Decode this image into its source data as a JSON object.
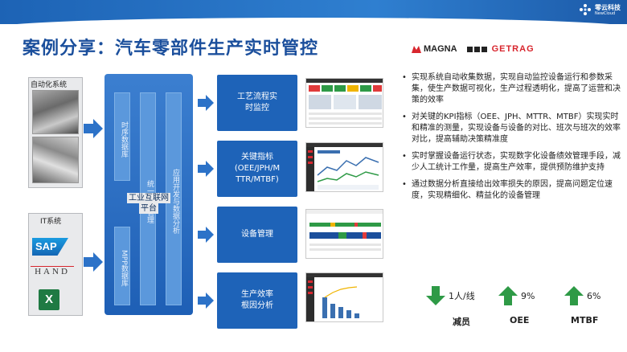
{
  "brand": {
    "name": "零云科技",
    "sub": "NewCloud"
  },
  "title": "案例分享：汽车零部件生产实时管控",
  "partners": {
    "magna": "MAGNA",
    "getrag": "GETRAG"
  },
  "inputs": {
    "automation_label": "自动化系统",
    "it_label": "IT系统",
    "sap": "SAP",
    "hand": "HAND",
    "excel": "X"
  },
  "platform": {
    "bars": [
      "时序数据库",
      "统一数据管理",
      "应用开发与数据分析"
    ],
    "lower_bar": "MPP数据库",
    "label_line1": "工业互联网",
    "label_line2": "平台"
  },
  "functions": [
    {
      "line1": "工艺流程实",
      "line2": "时监控",
      "line3": ""
    },
    {
      "line1": "关键指标",
      "line2": "(OEE/JPH/M",
      "line3": "TTR/MTBF)"
    },
    {
      "line1": "设备管理",
      "line2": "",
      "line3": ""
    },
    {
      "line1": "生产效率",
      "line2": "根因分析",
      "line3": ""
    }
  ],
  "bullets": [
    "实现系统自动收集数据，实现自动监控设备运行和参数采集，使生产数据可视化，生产过程透明化，提高了运营和决策的效率",
    "对关键的KPI指标（OEE、JPH、MTTR、MTBF）实现实时和精准的测量，实现设备与设备的对比、班次与班次的效率对比，提高辅助决策精准度",
    "实时掌握设备运行状态，实现数字化设备绩效管理手段，减少人工统计工作量，提高生产效率，提供预防维护支持",
    "通过数据分析直接给出效率损失的原因，提高问题定位速度，实现精细化、精益化的设备管理"
  ],
  "metrics": [
    {
      "value": "1人/线",
      "label": "减员",
      "direction": "down"
    },
    {
      "value": "9%",
      "label": "OEE",
      "direction": "up"
    },
    {
      "value": "6%",
      "label": "MTBF",
      "direction": "up"
    }
  ],
  "colors": {
    "primary": "#1e63b8",
    "title": "#1b4f9c",
    "metric_arrow": "#2e9a46",
    "getrag": "#d8262e"
  }
}
